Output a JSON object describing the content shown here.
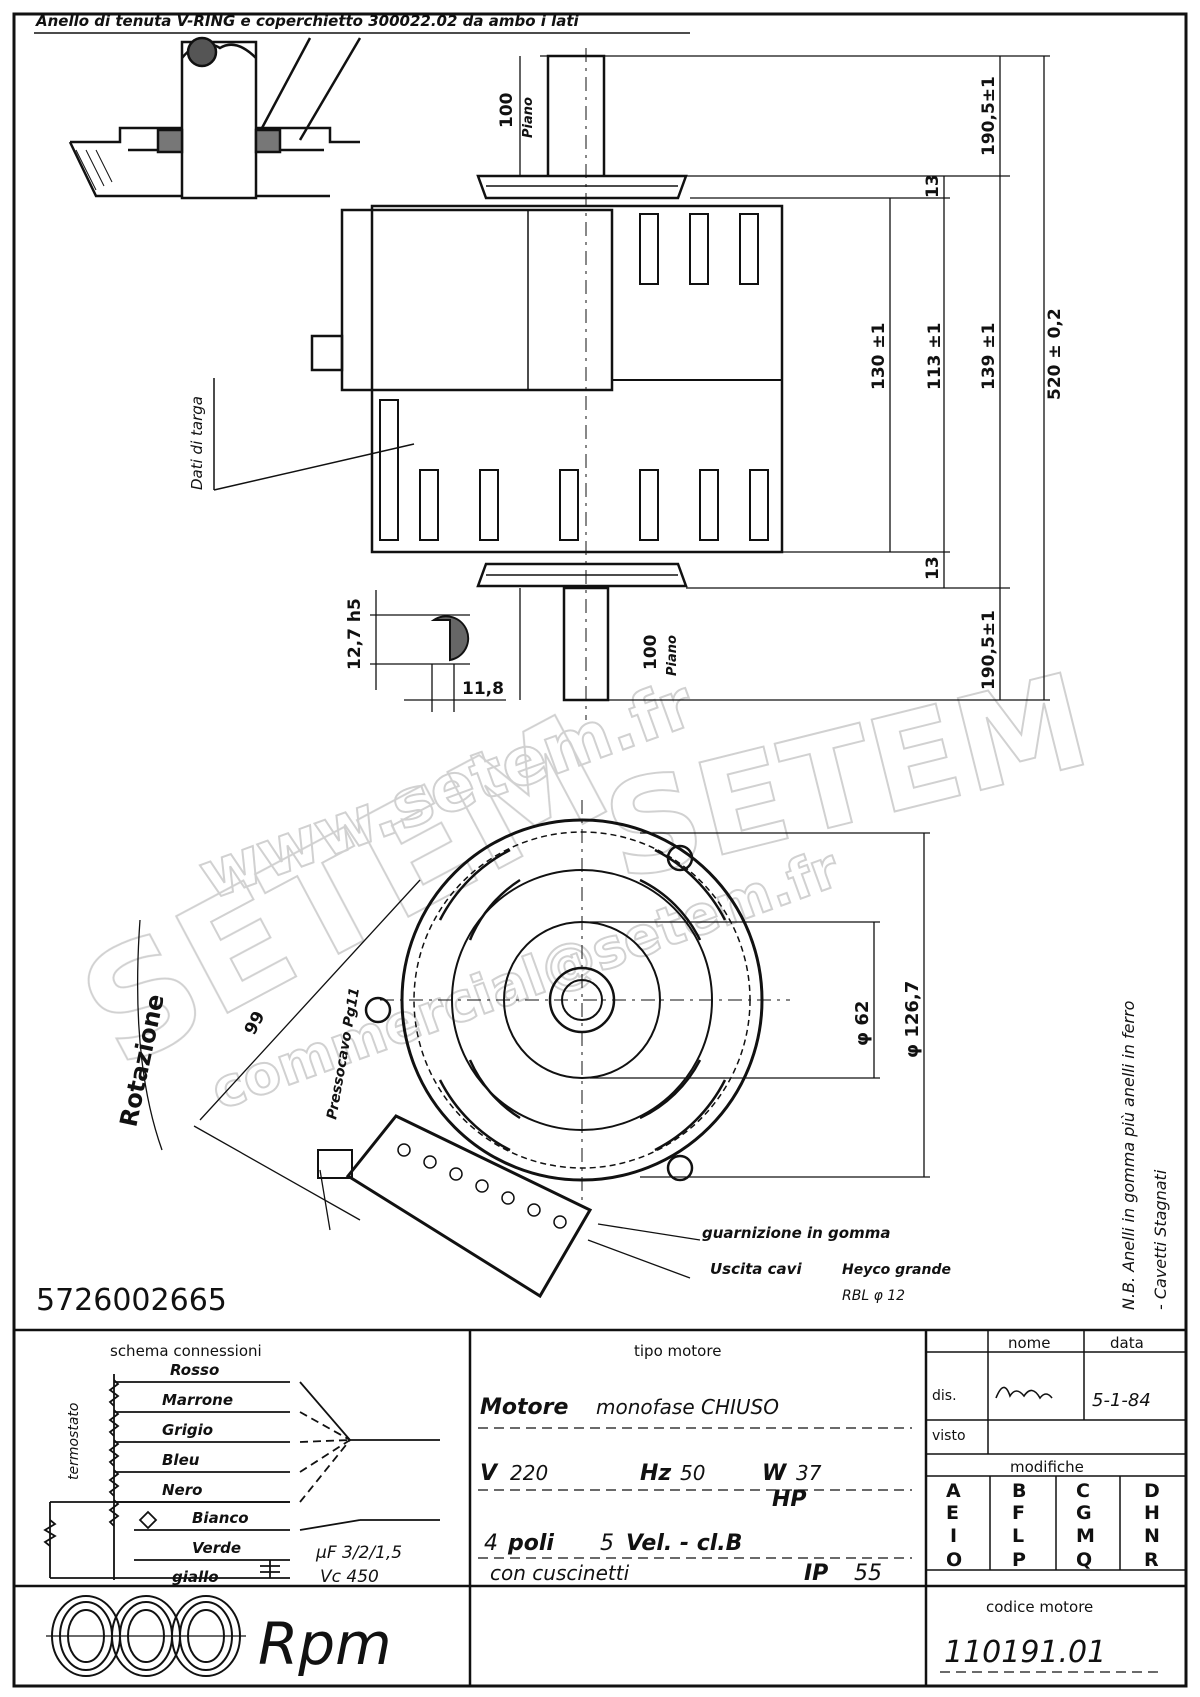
{
  "drawing_number": "5726002665",
  "top_note": "Anello di tenuta V-RING e coperchietto 300022.02 da ambo i lati",
  "side_view": {
    "plate_label": "Dati di targa",
    "dims": {
      "top_shaft_len": "100",
      "piano": "Piano",
      "h_190_top": "190,5±1",
      "h_13_top": "13",
      "h_130": "130 ±1",
      "h_113": "113 ±1",
      "h_139": "139 ±1",
      "h_520": "520 ± 0,2",
      "h_13_bottom": "13",
      "h_190_bottom": "190,5±1",
      "bottom_shaft_len": "100",
      "shaft_dia": "12,7 h5",
      "shaft_flat": "11,8"
    }
  },
  "front_view": {
    "rotation_label": "Rotazione",
    "dim_99": "99",
    "cable_gland": "Pressocavo Pg11",
    "dim_62": "φ 62",
    "dim_126": "φ 126,7",
    "gasket_note": "guarnizione in gomma",
    "cable_exit_note": "Uscita cavi",
    "cable_exit_brand": "Heyco grande",
    "cable_exit_ref": "RBL φ 12"
  },
  "side_note": {
    "line1": "N.B. Anelli in gomma più anelli in ferro",
    "line2": "- Cavetti Stagnati"
  },
  "watermark": {
    "brand": "SETEM",
    "url": "www.setem.fr",
    "email": "commercial@setem.fr"
  },
  "wiring": {
    "title": "schema connessioni",
    "thermostat": "termostato",
    "wires": [
      "Rosso",
      "Marrone",
      "Grigio",
      "Bleu",
      "Nero",
      "Bianco",
      "Verde",
      "giallo"
    ],
    "capacitance": "μF 3/2/1,5",
    "voltage": "Vc 450"
  },
  "motor_type": {
    "header": "tipo motore",
    "line1_bold": "Motore",
    "line1_rest": "monofase CHIUSO",
    "v_label": "V",
    "v_value": "220",
    "hz_label": "Hz",
    "hz_value": "50",
    "w_label": "W",
    "w_value": "37",
    "hp_label": "HP",
    "poles_num": "4",
    "poles_label": "poli",
    "vel_num": "5",
    "vel_label": "Vel. - cl.B",
    "bearings": "con cuscinetti",
    "ip_label": "IP",
    "ip_value": "55"
  },
  "title_block": {
    "col_name": "nome",
    "col_date": "data",
    "row_drawn": "dis.",
    "drawn_date": "5-1-84",
    "row_checked": "visto",
    "modifications": "modifiche",
    "mod_grid": [
      [
        "A",
        "B",
        "C",
        "D"
      ],
      [
        "E",
        "F",
        "G",
        "H"
      ],
      [
        "I",
        "L",
        "M",
        "N"
      ],
      [
        "O",
        "P",
        "Q",
        "R"
      ]
    ],
    "code_label": "codice motore",
    "code_value": "110191.01"
  },
  "logo": {
    "text": "Rpm"
  }
}
